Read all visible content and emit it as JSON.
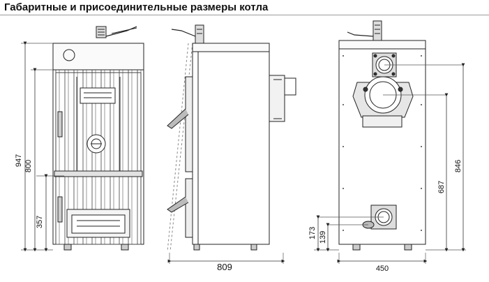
{
  "title": "Габаритные и присоединительные размеры котла",
  "views": {
    "front": {
      "dimensions": [
        "947",
        "800",
        "357"
      ]
    },
    "side": {
      "dimensions": [
        "809"
      ]
    },
    "rear": {
      "dimensions": [
        "846",
        "687",
        "173",
        "139",
        "450"
      ]
    }
  }
}
